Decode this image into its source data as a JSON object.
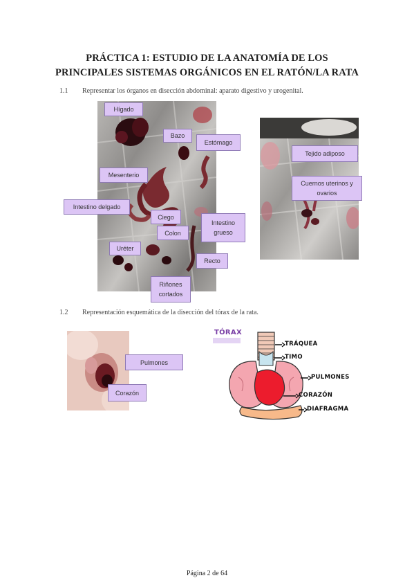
{
  "title": {
    "line1": "PRÁCTICA 1: ESTUDIO DE LA ANATOMÍA DE LOS",
    "line2": "PRINCIPALES SISTEMAS ORGÁNICOS EN EL RATÓN/LA RATA"
  },
  "section1": {
    "number": "1.1",
    "text": "Representar los órganos en disección abdominal: aparato digestivo y urogenital."
  },
  "photo1_labels": {
    "higado": "Hígado",
    "bazo": "Bazo",
    "estomago": "Estómago",
    "mesenterio": "Mesenterio",
    "intestino_delgado": "Intestino delgado",
    "ciego": "Ciego",
    "colon": "Colon",
    "intestino_grueso_1": "Intestino",
    "intestino_grueso_2": "grueso",
    "ureter": "Uréter",
    "recto": "Recto",
    "rinones_1": "Riñones",
    "rinones_2": "cortados"
  },
  "photo2_labels": {
    "tejido_adiposo": "Tejido adiposo",
    "cuernos_1": "Cuernos uterinos y",
    "cuernos_2": "ovarios"
  },
  "section2": {
    "number": "1.2",
    "text": "Representación esquemática de la disección del tórax de la rata."
  },
  "photo3_labels": {
    "pulmones": "Pulmones",
    "corazon": "Corazón"
  },
  "drawing": {
    "heading": "TÓRAX",
    "traquea": "TRÁQUEA",
    "timo": "TIMO",
    "pulmones": "PULMONES",
    "corazon": "CORAZÓN",
    "diafragma": "DIAFRAGMA"
  },
  "footer": "Página 2 de 64"
}
